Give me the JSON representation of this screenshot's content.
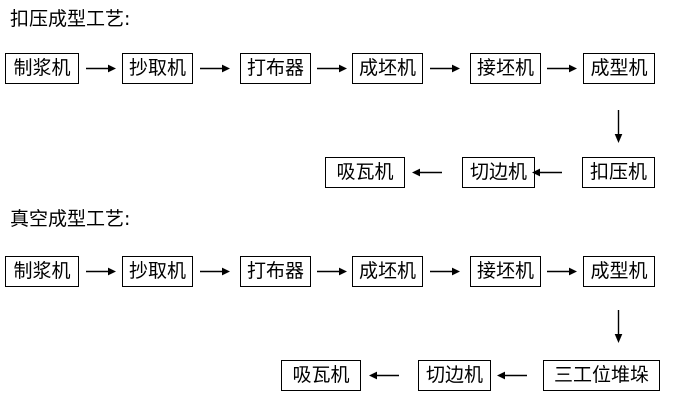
{
  "diagram": {
    "background": "#ffffff",
    "line_color": "#000000",
    "sections": [
      {
        "title": "扣压成型工艺:",
        "rows": [
          {
            "nodes": [
              "制浆机",
              "抄取机",
              "打布器",
              "成坯机",
              "接坯机",
              "成型机"
            ],
            "connector": "arrow-right"
          },
          {
            "nodes": [
              "吸瓦机",
              "切边机",
              "扣压机"
            ],
            "connector": "arrow-left"
          }
        ],
        "vertical_connector": "arrow-down"
      },
      {
        "title": "真空成型工艺:",
        "rows": [
          {
            "nodes": [
              "制浆机",
              "抄取机",
              "打布器",
              "成坯机",
              "接坯机",
              "成型机"
            ],
            "connector": "arrow-right"
          },
          {
            "nodes": [
              "吸瓦机",
              "切边机",
              "三工位堆垛"
            ],
            "connector": "arrow-left"
          }
        ],
        "vertical_connector": "arrow-down"
      }
    ]
  }
}
